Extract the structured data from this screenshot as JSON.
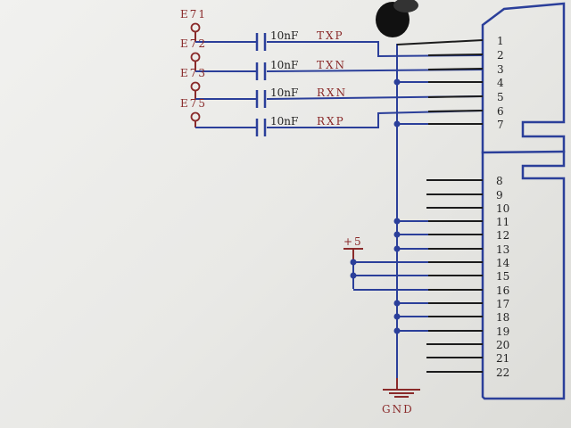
{
  "terminals": [
    "E71",
    "E72",
    "E73",
    "E75"
  ],
  "signals": [
    {
      "cap": "10nF",
      "net": "TXP"
    },
    {
      "cap": "10nF",
      "net": "TXN"
    },
    {
      "cap": "10nF",
      "net": "RXN"
    },
    {
      "cap": "10nF",
      "net": "RXP"
    }
  ],
  "pins": [
    "1",
    "2",
    "3",
    "4",
    "5",
    "6",
    "7",
    "8",
    "9",
    "10",
    "11",
    "12",
    "13",
    "14",
    "15",
    "16",
    "17",
    "18",
    "19",
    "20",
    "21",
    "22"
  ],
  "power_label": "+5",
  "ground_label": "GND",
  "colors": {
    "wire": "#2b3f9a",
    "pin": "#1c1c1c",
    "label": "#8a2a2a"
  }
}
